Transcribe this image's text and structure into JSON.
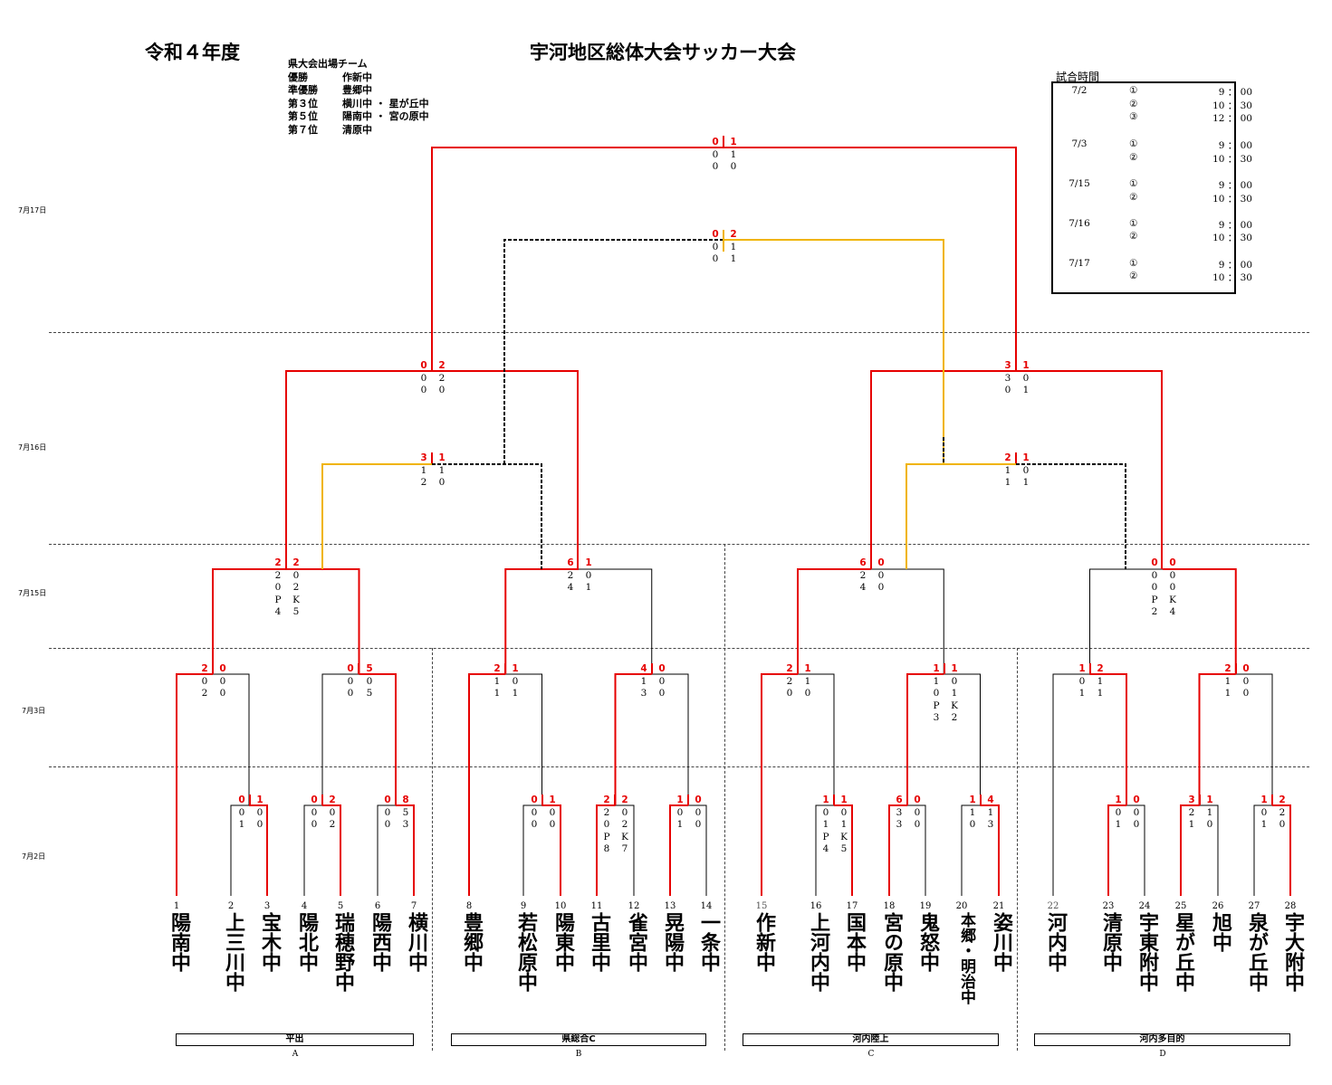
{
  "header": {
    "era": "令和４年度",
    "title": "宇河地区総体大会サッカー大会"
  },
  "results": {
    "heading": "県大会出場チーム",
    "lines": [
      {
        "rank": "優勝",
        "teams": "作新中"
      },
      {
        "rank": "準優勝",
        "teams": "豊郷中"
      },
      {
        "rank": "第３位",
        "teams": "横川中 ・ 星が丘中"
      },
      {
        "rank": "第５位",
        "teams": "陽南中 ・ 宮の原中"
      },
      {
        "rank": "第７位",
        "teams": "清原中"
      }
    ]
  },
  "schedule": {
    "title": "試合時間",
    "rows": [
      {
        "date": "7/2",
        "mark": "①",
        "time": "9 ： 00"
      },
      {
        "date": "",
        "mark": "②",
        "time": "10 ： 30"
      },
      {
        "date": "",
        "mark": "③",
        "time": "12 ： 00"
      },
      {
        "date": "7/3",
        "mark": "①",
        "time": "9 ： 00"
      },
      {
        "date": "",
        "mark": "②",
        "time": "10 ： 30"
      },
      {
        "date": "7/15",
        "mark": "①",
        "time": "9 ： 00"
      },
      {
        "date": "",
        "mark": "②",
        "time": "10 ： 30"
      },
      {
        "date": "7/16",
        "mark": "①",
        "time": "9 ： 00"
      },
      {
        "date": "",
        "mark": "②",
        "time": "10 ： 30"
      },
      {
        "date": "7/17",
        "mark": "①",
        "time": "9 ： 00"
      },
      {
        "date": "",
        "mark": "②",
        "time": "10 ： 30"
      }
    ]
  },
  "rounds": [
    "7月17日",
    "7月16日",
    "7月15日",
    "7月3日",
    "7月2日"
  ],
  "teams": [
    {
      "num": "1",
      "name": "陽南中"
    },
    {
      "num": "2",
      "name": "上三川中"
    },
    {
      "num": "3",
      "name": "宝木中"
    },
    {
      "num": "4",
      "name": "陽北中"
    },
    {
      "num": "5",
      "name": "瑞穂野中"
    },
    {
      "num": "6",
      "name": "陽西中"
    },
    {
      "num": "7",
      "name": "横川中"
    },
    {
      "num": "8",
      "name": "豊郷中"
    },
    {
      "num": "9",
      "name": "若松原中"
    },
    {
      "num": "10",
      "name": "陽東中"
    },
    {
      "num": "11",
      "name": "古里中"
    },
    {
      "num": "12",
      "name": "雀宮中"
    },
    {
      "num": "13",
      "name": "晃陽中"
    },
    {
      "num": "14",
      "name": "一条中"
    },
    {
      "num": "15",
      "name": "作新中"
    },
    {
      "num": "16",
      "name": "上河内中"
    },
    {
      "num": "17",
      "name": "国本中"
    },
    {
      "num": "18",
      "name": "宮の原中"
    },
    {
      "num": "19",
      "name": "鬼怒中"
    },
    {
      "num": "20",
      "name": "本郷・明治中"
    },
    {
      "num": "21",
      "name": "姿川中"
    },
    {
      "num": "22",
      "name": "河内中"
    },
    {
      "num": "23",
      "name": "清原中"
    },
    {
      "num": "24",
      "name": "宇東附中"
    },
    {
      "num": "25",
      "name": "星が丘中"
    },
    {
      "num": "26",
      "name": "旭中"
    },
    {
      "num": "27",
      "name": "泉が丘中"
    },
    {
      "num": "28",
      "name": "宇大附中"
    }
  ],
  "venues": [
    {
      "name": "平出",
      "letter": "A"
    },
    {
      "name": "県総合C",
      "letter": "B"
    },
    {
      "name": "河内陸上",
      "letter": "C"
    },
    {
      "name": "河内多目的",
      "letter": "D"
    }
  ],
  "scores": {
    "r1a": [
      "0",
      "1",
      "0",
      "0",
      "1",
      "0"
    ],
    "r1b": [
      "0",
      "2",
      "0",
      "0",
      "0",
      "2"
    ],
    "r1c": [
      "0",
      "8",
      "0",
      "5",
      "0",
      "3"
    ],
    "r1d": [
      "0",
      "1",
      "0",
      "0",
      "0",
      "0"
    ],
    "r1e": [
      "2",
      "2",
      "2",
      "0",
      "0",
      "2",
      "P",
      "K",
      "8",
      "7"
    ],
    "r1f": [
      "1",
      "0",
      "0",
      "0",
      "1",
      "0"
    ],
    "r1g": [
      "1",
      "1",
      "0",
      "0",
      "1",
      "1",
      "P",
      "K",
      "4",
      "5"
    ],
    "r1h": [
      "6",
      "0",
      "3",
      "0",
      "3",
      "0"
    ],
    "r1i": [
      "1",
      "4",
      "1",
      "1",
      "0",
      "3"
    ],
    "r1j": [
      "1",
      "0",
      "0",
      "0",
      "1",
      "0"
    ],
    "r1k": [
      "3",
      "1",
      "2",
      "1",
      "1",
      "0"
    ],
    "r1l": [
      "1",
      "2",
      "0",
      "2",
      "1",
      "0"
    ],
    "r2a": [
      "2",
      "0",
      "0",
      "0",
      "2",
      "0"
    ],
    "r2b": [
      "0",
      "5",
      "0",
      "0",
      "0",
      "5"
    ],
    "r2c": [
      "2",
      "1",
      "1",
      "0",
      "1",
      "1"
    ],
    "r2d": [
      "4",
      "0",
      "1",
      "0",
      "3",
      "0"
    ],
    "r2e": [
      "2",
      "1",
      "2",
      "1",
      "0",
      "0"
    ],
    "r2f": [
      "1",
      "1",
      "1",
      "0",
      "0",
      "1",
      "P",
      "K",
      "3",
      "2"
    ],
    "r2g": [
      "1",
      "2",
      "0",
      "1",
      "1",
      "1"
    ],
    "r2h": [
      "2",
      "0",
      "1",
      "0",
      "1",
      "0"
    ],
    "qfa": [
      "2",
      "2",
      "2",
      "0",
      "0",
      "2",
      "P",
      "K",
      "4",
      "5"
    ],
    "qfb": [
      "6",
      "1",
      "2",
      "0",
      "4",
      "1"
    ],
    "qfc": [
      "6",
      "0",
      "2",
      "0",
      "4",
      "0"
    ],
    "qfd": [
      "0",
      "0",
      "0",
      "0",
      "0",
      "0",
      "P",
      "K",
      "2",
      "4"
    ],
    "sfa": [
      "0",
      "2",
      "0",
      "2",
      "0",
      "0"
    ],
    "sfb": [
      "3",
      "1",
      "3",
      "0",
      "0",
      "1"
    ],
    "cfa": [
      "3",
      "1",
      "1",
      "1",
      "2",
      "0"
    ],
    "cfb": [
      "2",
      "1",
      "1",
      "0",
      "1",
      "1"
    ],
    "fin": [
      "0",
      "1",
      "0",
      "1",
      "0",
      "0"
    ],
    "third": [
      "0",
      "2",
      "0",
      "1",
      "0",
      "1"
    ]
  }
}
